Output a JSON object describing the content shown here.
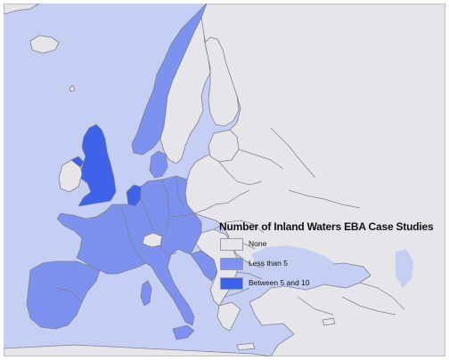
{
  "legend": {
    "title": "Number of Inland Waters EBA Case Studies",
    "items": [
      {
        "label": "None",
        "color": "#e6e6ea"
      },
      {
        "label": "Less than 5",
        "color": "#7d92ee"
      },
      {
        "label": "Between 5 and 10",
        "color": "#3e63e8"
      }
    ]
  },
  "colors": {
    "sea": "#c4cff3",
    "none": "#e6e6ea",
    "less_than_5": "#7d92ee",
    "between_5_and_10": "#3e63e8",
    "border": "#7f7f8c"
  }
}
